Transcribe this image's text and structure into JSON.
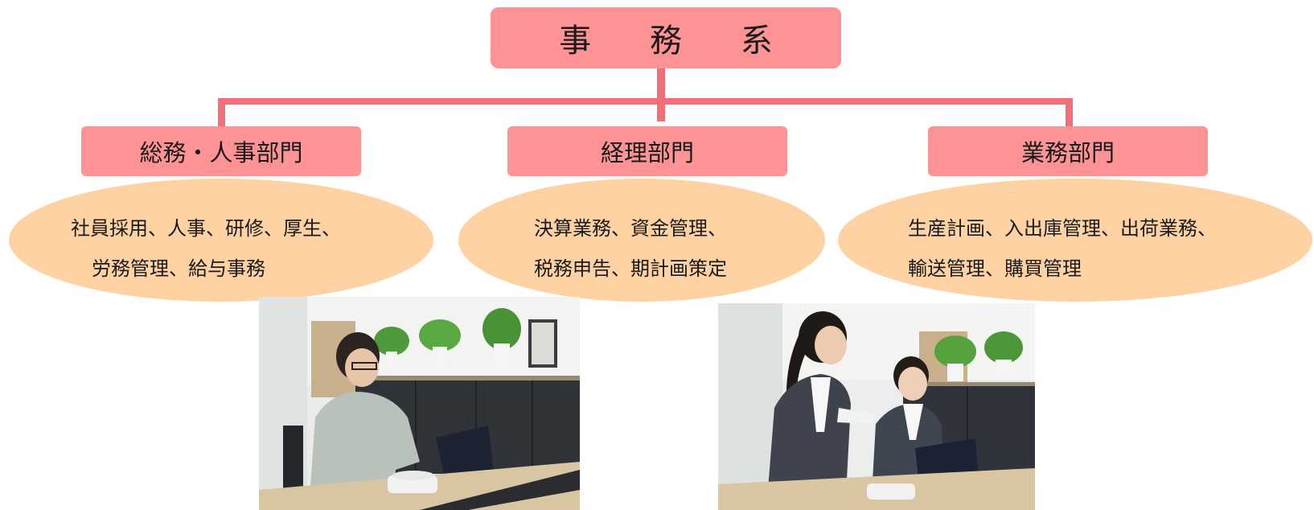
{
  "root": {
    "label": "事 務 系"
  },
  "departments": [
    {
      "name": "総務・人事部門",
      "duties_line1": "社員採用、人事、研修、厚生、",
      "duties_line2": "労務管理、給与事務"
    },
    {
      "name": "経理部門",
      "duties_line1": "決算業務、資金管理、",
      "duties_line2": "税務申告、期計画策定"
    },
    {
      "name": "業務部門",
      "duties_line1": "生産計画、入出庫管理、出荷業務、",
      "duties_line2": "輸送管理、購買管理"
    }
  ],
  "colors": {
    "box_fill": "#fe9396",
    "connector": "#f36f78",
    "ellipse_fill": "#fed2a3",
    "text": "#1a1a1a"
  },
  "photos": [
    {
      "name": "man-at-laptop-photo"
    },
    {
      "name": "two-women-at-laptop-photo"
    }
  ]
}
